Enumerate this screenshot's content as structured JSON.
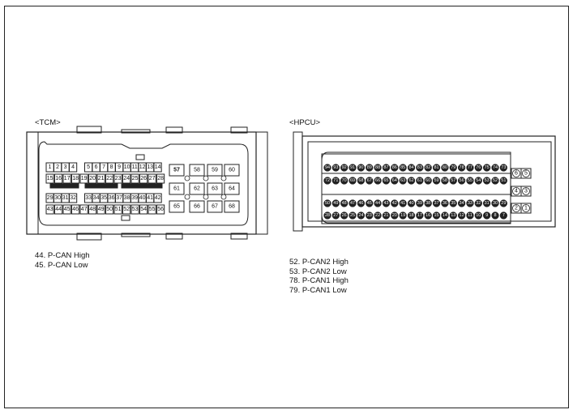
{
  "tcm": {
    "title": "<TCM>",
    "pin_rows": [
      [
        "1",
        "2",
        "3",
        "4",
        "",
        "5",
        "6",
        "7",
        "8",
        "9",
        "10",
        "11",
        "12",
        "13",
        "14"
      ],
      [
        "15",
        "16",
        "17",
        "18",
        "19",
        "20",
        "21",
        "22",
        "23",
        "24",
        "25",
        "26",
        "27",
        "28"
      ],
      [
        "29",
        "30",
        "31",
        "32",
        "",
        "33",
        "34",
        "35",
        "36",
        "37",
        "38",
        "39",
        "40",
        "41",
        "42"
      ],
      [
        "43",
        "44",
        "45",
        "46",
        "47",
        "48",
        "49",
        "50",
        "51",
        "52",
        "53",
        "54",
        "55",
        "56"
      ]
    ],
    "large_pins": [
      "57",
      "58",
      "59",
      "60",
      "61",
      "62",
      "63",
      "64",
      "65",
      "66",
      "67",
      "68"
    ],
    "notes": [
      "44. P-CAN High",
      "45. P-CAN Low"
    ]
  },
  "hpcu": {
    "title": "<HPCU>",
    "row1": [
      "94",
      "93",
      "92",
      "91",
      "90",
      "89",
      "88",
      "87",
      "86",
      "85",
      "84",
      "83",
      "82",
      "81",
      "80",
      "79",
      "78",
      "77",
      "76",
      "75",
      "74",
      "73"
    ],
    "row2": [
      "72",
      "71",
      "70",
      "69",
      "68",
      "67",
      "66",
      "65",
      "64",
      "63",
      "62",
      "61",
      "60",
      "59",
      "58",
      "57",
      "56",
      "55",
      "54",
      "53",
      "52",
      "51"
    ],
    "row3": [
      "50",
      "49",
      "48",
      "47",
      "46",
      "45",
      "44",
      "43",
      "42",
      "41",
      "40",
      "39",
      "38",
      "37",
      "36",
      "35",
      "34",
      "33",
      "32",
      "31",
      "30",
      "29"
    ],
    "row4": [
      "28",
      "27",
      "26",
      "25",
      "24",
      "23",
      "22",
      "21",
      "20",
      "19",
      "18",
      "17",
      "16",
      "15",
      "14",
      "13",
      "12",
      "11",
      "10",
      "9",
      "8",
      "7"
    ],
    "side_pins": [
      [
        "6",
        "5"
      ],
      [
        "4",
        "3"
      ],
      [
        "2",
        "1"
      ]
    ],
    "notes": [
      "52. P-CAN2 High",
      "53. P-CAN2 Low",
      "78. P-CAN1 High",
      "79. P-CAN1 Low"
    ]
  }
}
